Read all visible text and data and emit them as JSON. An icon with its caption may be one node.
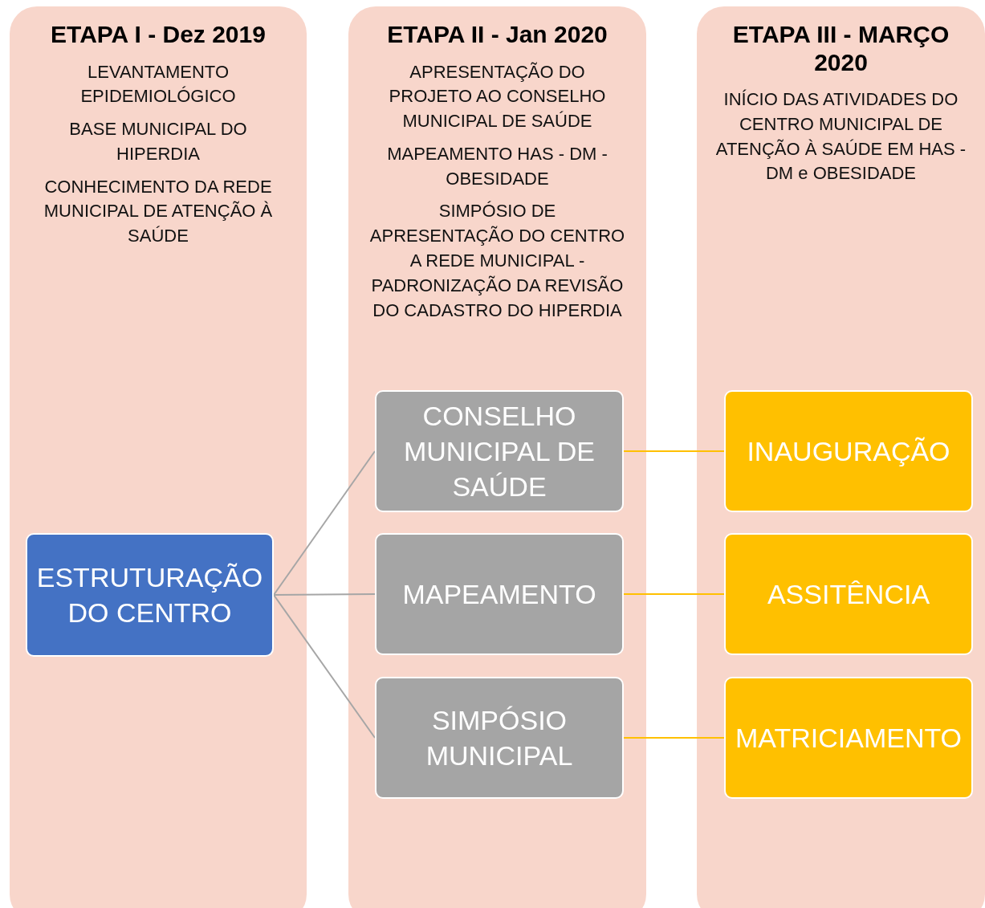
{
  "diagram": {
    "nodes": [
      {
        "text": [
          "ETAPA I - Dez 2019",
          "LEVANTAMENTO EPIDEMIOLÓGICO",
          "BASE MUNICIPAL DO HIPERDIA",
          "CONHECIMENTO DA REDE MUNICIPAL DE ATENÇÃO À SAÚDE"
        ]
      },
      {
        "text": [
          "ESTRUTURAÇÃO DO CENTRO"
        ],
        "in": 0
      },
      {
        "text": [
          "ETAPA II - Jan 2020",
          "APRESENTAÇÃO DO PROJETO AO CONSELHO MUNICIPAL DE SAÚDE",
          "MAPEAMENTO HAS - DM - OBESIDADE",
          "SIMPÓSIO DE APRESENTAÇÃO DO CENTRO A REDE MUNICIPAL - PADRONIZAÇÃO DA REVISÃO DO CADASTRO DO HIPERDIA"
        ]
      },
      {
        "text": [
          "CONSELHO MUNICIPAL DE SAÚDE"
        ],
        "in": 2
      },
      {
        "text": [
          "MAPEAMENTO"
        ],
        "in": 2
      },
      {
        "text": [
          "SIMPÓSIO MUNICIPAL"
        ],
        "in": 2
      },
      {
        "text": [
          "ETAPA III - MARÇO 2020",
          "INÍCIO DAS ATIVIDADES DO CENTRO MUNICIPAL DE ATENÇÃO À SAÚDE EM HAS - DM e OBESIDADE"
        ]
      },
      {
        "text": [
          "INAUGURAÇÃO"
        ],
        "in": 6
      },
      {
        "text": [
          "ASSITÊNCIA"
        ],
        "in": 6
      },
      {
        "text": [
          "MATRICIAMENTO"
        ],
        "in": 6
      }
    ],
    "edges": [
      {
        "from": 1,
        "to": 3,
        "arrow": "none"
      },
      {
        "from": 1,
        "to": 4,
        "arrow": "none"
      },
      {
        "from": 1,
        "to": 5,
        "arrow": "none"
      },
      {
        "from": 3,
        "to": 7,
        "arrow": "none",
        "color": "#ffc000"
      },
      {
        "from": 4,
        "to": 8,
        "arrow": "none",
        "color": "#ffc000"
      },
      {
        "from": 5,
        "to": 9,
        "arrow": "none",
        "color": "#ffc000"
      }
    ]
  }
}
